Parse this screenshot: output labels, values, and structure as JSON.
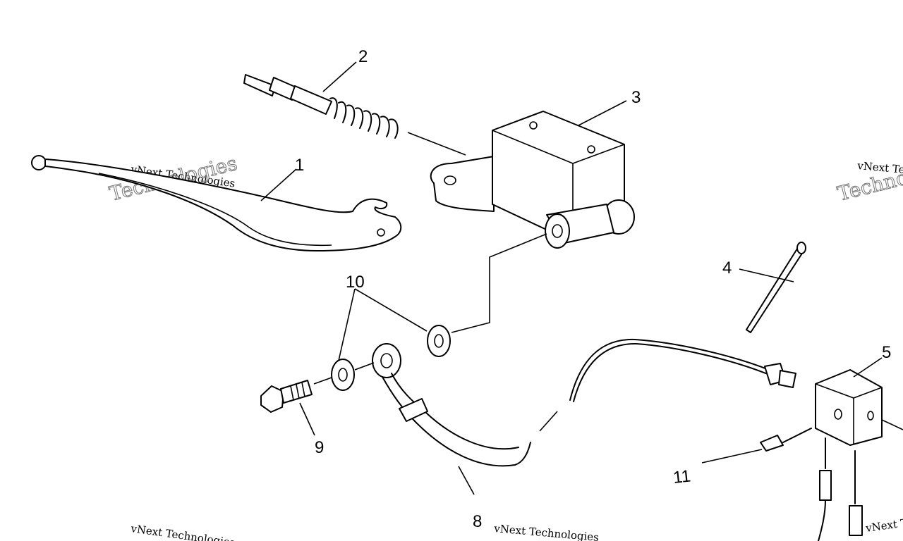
{
  "parts": {
    "p1": "1",
    "p2": "2",
    "p3": "3",
    "p4": "4",
    "p5": "5",
    "p8": "8",
    "p9": "9",
    "p10": "10",
    "p11": "11"
  },
  "watermark": {
    "line1": "vNext Technologies",
    "line2": "Technologies"
  }
}
